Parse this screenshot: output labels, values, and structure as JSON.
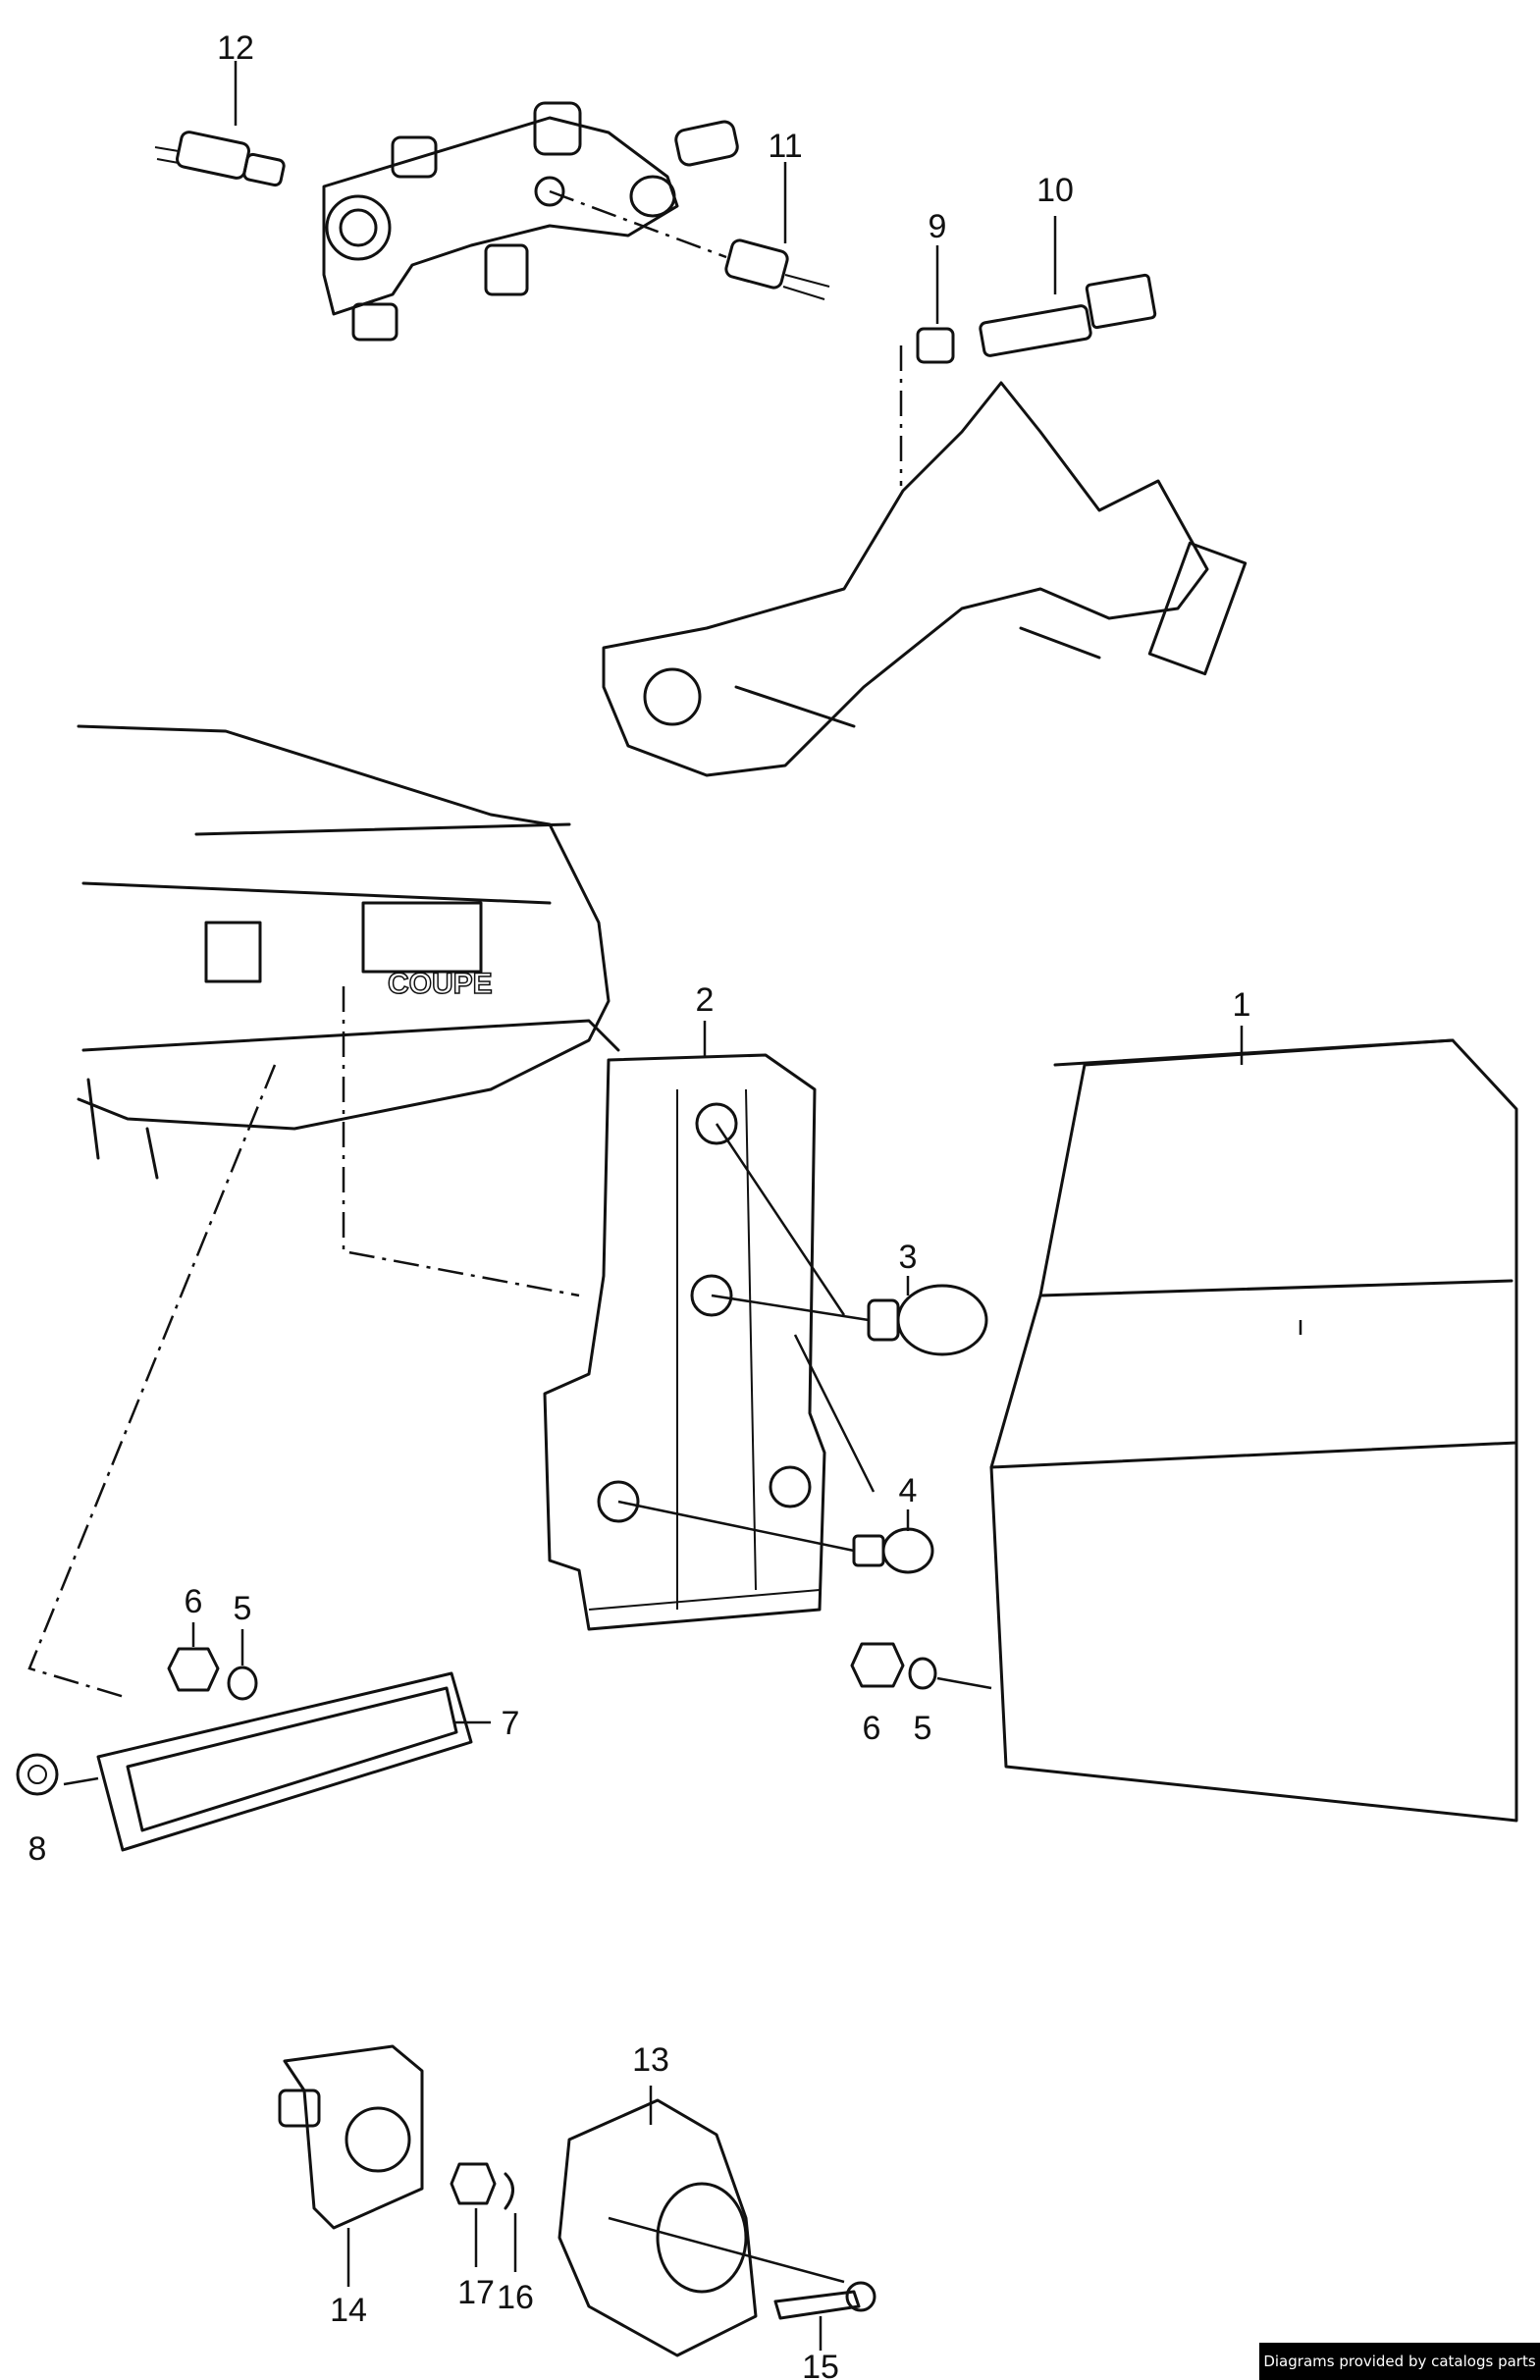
{
  "diagram": {
    "callouts": {
      "c1": "1",
      "c2": "2",
      "c3": "3",
      "c4": "4",
      "c5a": "5",
      "c5b": "5",
      "c6a": "6",
      "c6b": "6",
      "c7": "7",
      "c8": "8",
      "c9": "9",
      "c10": "10",
      "c11": "11",
      "c12": "12",
      "c13": "13",
      "c14": "14",
      "c15": "15",
      "c16": "16",
      "c17": "17"
    },
    "car_badge": "COUPE"
  },
  "footer": {
    "credit": "Diagrams provided by catalogs parts"
  }
}
